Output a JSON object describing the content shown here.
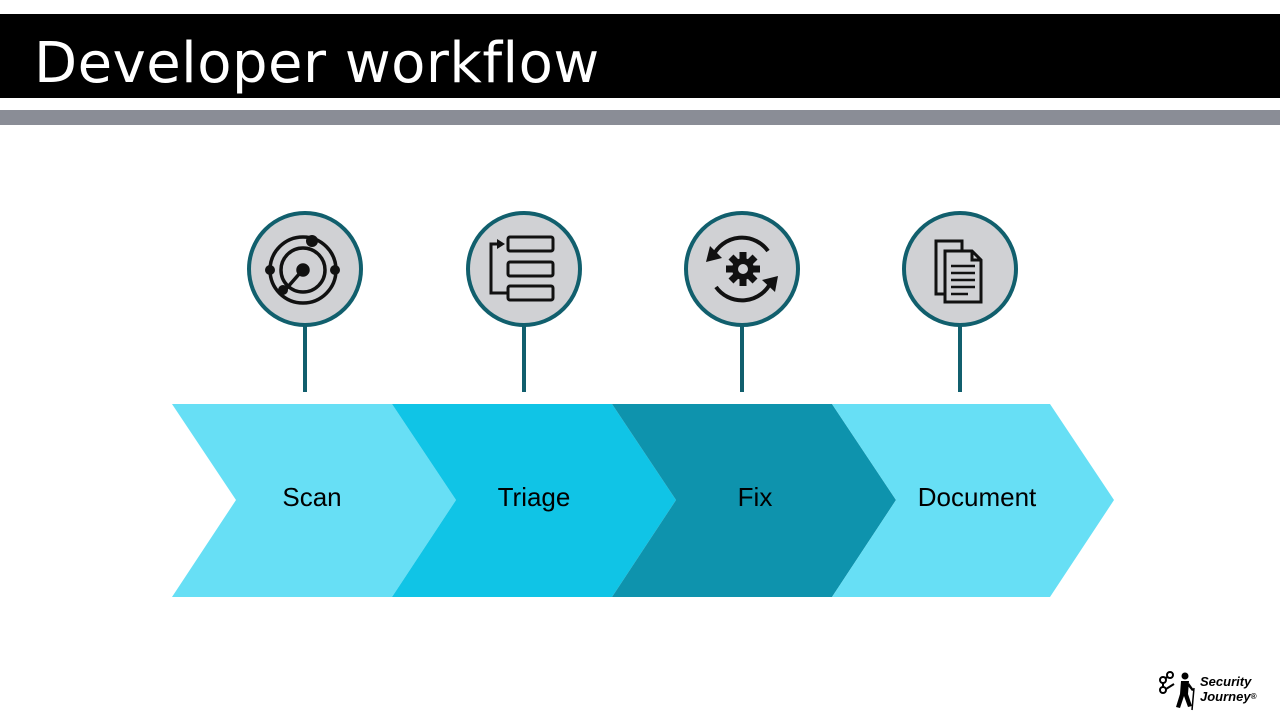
{
  "title": "Developer workflow",
  "steps": [
    {
      "label": "Scan",
      "icon": "radar-icon",
      "color": "#67dff5"
    },
    {
      "label": "Triage",
      "icon": "flowchart-icon",
      "color": "#10c4e6"
    },
    {
      "label": "Fix",
      "icon": "gear-sync-icon",
      "color": "#0e93ad"
    },
    {
      "label": "Document",
      "icon": "documents-icon",
      "color": "#67dff5"
    }
  ],
  "colors": {
    "title_bg": "#000000",
    "rule": "#8a8d96",
    "circle_fill": "#d0d1d4",
    "circle_stroke": "#115f6d"
  },
  "logo": {
    "line1": "Security",
    "line2": "Journey",
    "mark": "®"
  }
}
